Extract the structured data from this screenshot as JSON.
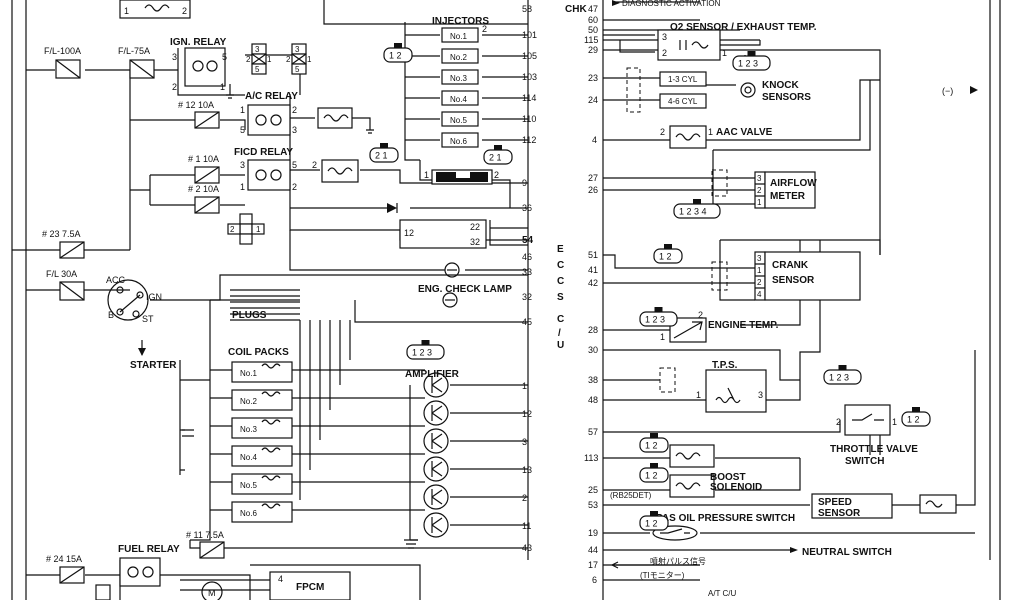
{
  "labels": {
    "chk": "CHK",
    "diag_activation": "DIAGNOSTIC ACTIVATION",
    "o2_sensor": "O2 SENSOR / EXHAUST TEMP.",
    "knock_sensors_1": "KNOCK",
    "knock_sensors_2": "SENSORS",
    "aac_valve": "AAC VALVE",
    "airflow_1": "AIRFLOW",
    "airflow_2": "METER",
    "crank_1": "CRANK",
    "crank_2": "SENSOR",
    "engine_temp": "ENGINE TEMP.",
    "tps": "T.P.S.",
    "throttle_1": "THROTTLE VALVE",
    "throttle_2": "SWITCH",
    "boost_1": "BOOST",
    "boost_2": "SOLENOID",
    "rb25det": "(RB25DET)",
    "speed_1": "SPEED",
    "speed_2": "SENSOR",
    "pas_oil": "PAS OIL PRESSURE SWITCH",
    "neutral": "NEUTRAL SWITCH",
    "jp_1": "噴射パルス信号",
    "jp_2": "(TIモニター)",
    "at_cu": "A/T C/U",
    "ground_marker": "(−)",
    "injectors": "INJECTORS",
    "ign_relay": "IGN. RELAY",
    "ac_relay": "A/C RELAY",
    "ficd_relay": "FICD RELAY",
    "eng_check": "ENG. CHECK LAMP",
    "plugs": "PLUGS",
    "coil_packs": "COIL PACKS",
    "amplifier": "AMPLIFIER",
    "starter": "STARTER",
    "fuel_relay": "FUEL RELAY",
    "fpcm": "FPCM",
    "motor": "M",
    "acc": "ACC",
    "ign": "IGN",
    "st": "ST",
    "b": "B",
    "ecu_1": "E",
    "ecu_2": "C",
    "ecu_3": "C",
    "ecu_4": "S",
    "ecu_5": "C",
    "ecu_6": "/",
    "ecu_7": "U"
  },
  "fuses": {
    "fl100": "F/L-100A",
    "fl75": "F/L-75A",
    "f12": "# 12 10A",
    "f1": "# 1 10A",
    "f2": "# 2 10A",
    "f23": "# 23 7.5A",
    "fl30": "F/L 30A",
    "f11": "# 11 7.5A",
    "f24": "# 24 15A"
  },
  "injectors": [
    "No.1",
    "No.2",
    "No.3",
    "No.4",
    "No.5",
    "No.6"
  ],
  "coils": [
    "No.1",
    "No.2",
    "No.3",
    "No.4",
    "No.5",
    "No.6"
  ],
  "cyl": [
    "1-3 CYL",
    "4-6 CYL"
  ],
  "left_pins": [
    "58",
    "101",
    "105",
    "103",
    "114",
    "110",
    "112",
    "9",
    "36",
    "54",
    "46",
    "33",
    "32",
    "45",
    "1",
    "12",
    "3",
    "13",
    "2",
    "11",
    "43"
  ],
  "right_pins": [
    "47",
    "60",
    "50",
    "115",
    "29",
    "23",
    "24",
    "4",
    "27",
    "26",
    "51",
    "41",
    "42",
    "28",
    "30",
    "38",
    "48",
    "57",
    "113",
    "25",
    "53",
    "19",
    "44",
    "17",
    "6"
  ],
  "connectors": [
    "1 2 3",
    "1 2",
    "2 1",
    "2 1",
    "1 2 3",
    "1 2 3 4",
    "1 2",
    "1 2 3",
    "1 2 3",
    "1 2",
    "1 2",
    "1 2",
    "1 2"
  ]
}
